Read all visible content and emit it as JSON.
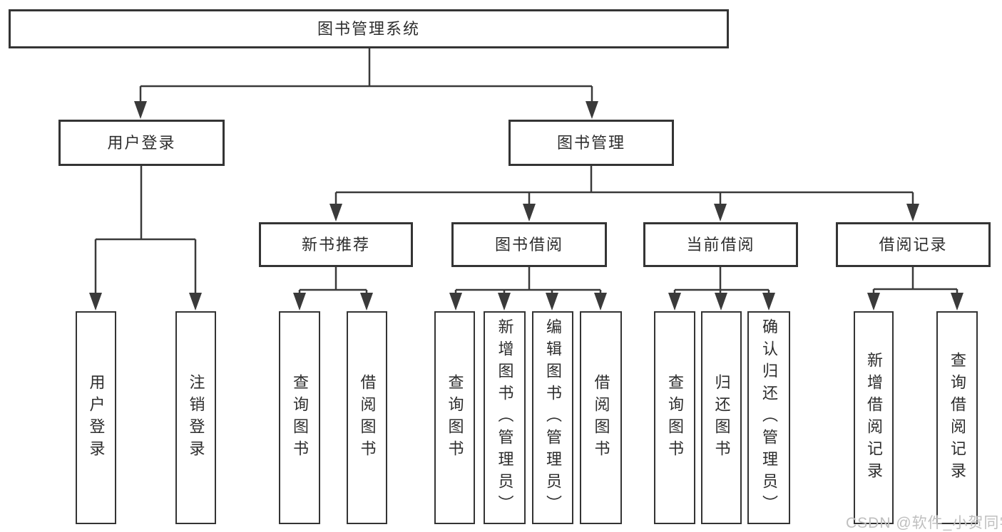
{
  "tree": {
    "root": "图书管理系统",
    "user": {
      "label": "用户登录",
      "children": [
        "用户登录",
        "注销登录"
      ]
    },
    "book": {
      "label": "图书管理",
      "groups": [
        {
          "label": "新书推荐",
          "children": [
            "查询图书",
            "借阅图书"
          ]
        },
        {
          "label": "图书借阅",
          "children": [
            "查询图书",
            "新增图书（管理员）",
            "编辑图书（管理员）",
            "借阅图书"
          ]
        },
        {
          "label": "当前借阅",
          "children": [
            "查询图书",
            "归还图书",
            "确认归还（管理员）"
          ]
        },
        {
          "label": "借阅记录",
          "children": [
            "新增借阅记录",
            "查询借阅记录"
          ]
        }
      ]
    }
  },
  "watermark": {
    "text": "CSDN @软件_小贺同学",
    "color": "#bfbfbf"
  },
  "colors": {
    "line": "#3a3a3a",
    "box_border": "#343434",
    "text": "#2d2d2d",
    "background": "#ffffff"
  }
}
